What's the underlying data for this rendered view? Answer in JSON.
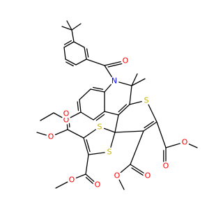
{
  "molecule": {
    "colors": {
      "bond": "#000000",
      "O": "#ff0000",
      "N": "#0000ff",
      "S": "#c8b400",
      "background": "#ffffff"
    },
    "atom_labels": {
      "O": "O",
      "N": "N",
      "S": "S"
    }
  }
}
